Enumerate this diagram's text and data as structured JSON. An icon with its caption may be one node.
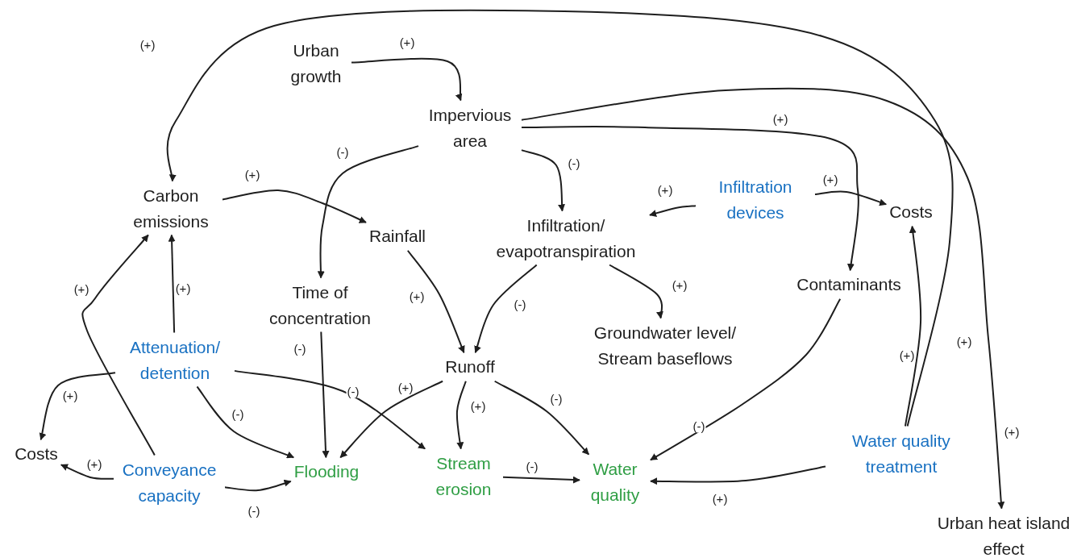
{
  "diagram": {
    "nodes": [
      {
        "text": [
          "Urban growth"
        ]
      },
      {
        "text": [
          "Impervious area"
        ]
      },
      {
        "text": [
          "Carbon emissions"
        ]
      },
      {
        "text": [
          "Rainfall"
        ]
      },
      {
        "text": [
          "Infiltration/ evapotranspiration"
        ]
      },
      {
        "text": [
          "Infiltration devices"
        ]
      },
      {
        "text": [
          "Costs"
        ]
      },
      {
        "text": [
          "Time of concentration"
        ]
      },
      {
        "text": [
          "Contaminants"
        ]
      },
      {
        "text": [
          "Groundwater level/ Stream baseflows"
        ]
      },
      {
        "text": [
          "Runoff"
        ]
      },
      {
        "text": [
          "Attenuation/ detention"
        ]
      },
      {
        "text": [
          "Costs"
        ]
      },
      {
        "text": [
          "Conveyance capacity"
        ]
      },
      {
        "text": [
          "Flooding"
        ]
      },
      {
        "text": [
          "Stream erosion"
        ]
      },
      {
        "text": [
          "Water quality"
        ]
      },
      {
        "text": [
          "Water quality treatment"
        ]
      },
      {
        "text": [
          "Urban heat island effect"
        ]
      }
    ],
    "edges": [
      {
        "from": 0,
        "to": 1,
        "arrow": "to",
        "label": "(+)"
      },
      {
        "from": 17,
        "to": 2,
        "arrow": "to",
        "label": "(+)"
      },
      {
        "from": 1,
        "to": 7,
        "arrow": "to",
        "label": "(-)"
      },
      {
        "from": 1,
        "to": 4,
        "arrow": "to",
        "label": "(-)"
      },
      {
        "from": 1,
        "to": 8,
        "arrow": "to",
        "label": "(+)"
      },
      {
        "from": 1,
        "to": 18,
        "arrow": "to",
        "label": "(+)"
      },
      {
        "from": 2,
        "to": 3,
        "arrow": "to",
        "label": "(+)"
      },
      {
        "from": 5,
        "to": 4,
        "arrow": "to",
        "label": "(+)"
      },
      {
        "from": 5,
        "to": 6,
        "arrow": "to",
        "label": "(+)"
      },
      {
        "from": 3,
        "to": 10,
        "arrow": "to",
        "label": "(+)"
      },
      {
        "from": 4,
        "to": 10,
        "arrow": "to",
        "label": "(-)"
      },
      {
        "from": 4,
        "to": 9,
        "arrow": "to",
        "label": "(+)"
      },
      {
        "from": 7,
        "to": 14,
        "arrow": "to",
        "label": "(-)"
      },
      {
        "from": 11,
        "to": 2,
        "arrow": "to",
        "label": "(+)"
      },
      {
        "from": 13,
        "to": 2,
        "arrow": "to",
        "label": "(+)"
      },
      {
        "from": 11,
        "to": 12,
        "arrow": "to",
        "label": "(+)"
      },
      {
        "from": 11,
        "to": 14,
        "arrow": "to",
        "label": "(-)"
      },
      {
        "from": 11,
        "to": 15,
        "arrow": "to",
        "label": "(-)"
      },
      {
        "from": 10,
        "to": 14,
        "arrow": "to",
        "label": "(+)"
      },
      {
        "from": 10,
        "to": 15,
        "arrow": "to",
        "label": "(+)"
      },
      {
        "from": 10,
        "to": 16,
        "arrow": "to",
        "label": "(-)"
      },
      {
        "from": 13,
        "to": 12,
        "arrow": "to",
        "label": "(+)"
      },
      {
        "from": 13,
        "to": 14,
        "arrow": "to",
        "label": "(-)"
      },
      {
        "from": 15,
        "to": 16,
        "arrow": "to",
        "label": "(-)"
      },
      {
        "from": 8,
        "to": 16,
        "arrow": "to",
        "label": "(-)"
      },
      {
        "from": 17,
        "to": 16,
        "arrow": "to",
        "label": "(+)"
      },
      {
        "from": 17,
        "to": 6,
        "arrow": "to",
        "label": "(+)"
      }
    ],
    "labels": [
      "(+)"
    ]
  }
}
